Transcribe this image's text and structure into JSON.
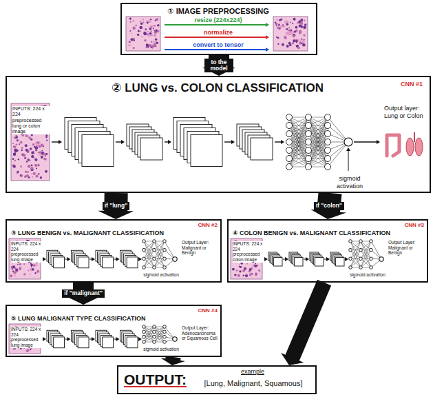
{
  "diagram": {
    "nodes": [
      {
        "text": [
          "① IMAGE PREPROCESSING",
          "resize (224x224)",
          "normalize",
          "convert to tensor"
        ]
      },
      {
        "text": [
          "② LUNG vs. COLON CLASSIFICATION",
          "CNN #1",
          "INPUTS: 224 x 224 preprocessed lung or colon image",
          "sigmoid activation",
          "Output layer: Lung or Colon"
        ]
      },
      {
        "text": [
          "③ LUNG BENIGN vs. MALIGNANT CLASSIFICATION",
          "CNN #2",
          "INPUTS: 224 x 224 preprocessed lung image",
          "sigmoid activation",
          "Output Layer: Malignant or Benign"
        ]
      },
      {
        "text": [
          "④ COLON BENIGN vs. MALIGNANT CLASSIFICATION",
          "CNN #3",
          "INPUTS: 224 x 224 preprocessed colon image",
          "sigmoid activation",
          "Output Layer: Malignant or Benign"
        ]
      },
      {
        "text": [
          "⑤ LUNG MALIGNANT TYPE CLASSIFICATION",
          "CNN #4",
          "INPUTS: 224 x 224 preprocessed lung image",
          "sigmoid activation",
          "Output Layer: Adenocarcinoma or Squamous Cell"
        ]
      },
      {
        "text": [
          "OUTPUT:",
          "example",
          "[Lung, Malignant, Squamous]"
        ]
      }
    ],
    "edges": [
      {
        "from": 0,
        "to": 1,
        "label": "to the model",
        "arrow": "to"
      },
      {
        "from": 1,
        "to": 2,
        "label": "if \"lung\"",
        "arrow": "to"
      },
      {
        "from": 1,
        "to": 3,
        "label": "if \"colon\"",
        "arrow": "to"
      },
      {
        "from": 2,
        "to": 4,
        "label": "if \"malignant\"",
        "arrow": "to"
      },
      {
        "from": 4,
        "to": 5,
        "arrow": "to"
      },
      {
        "from": 3,
        "to": 5,
        "arrow": "to"
      }
    ]
  }
}
